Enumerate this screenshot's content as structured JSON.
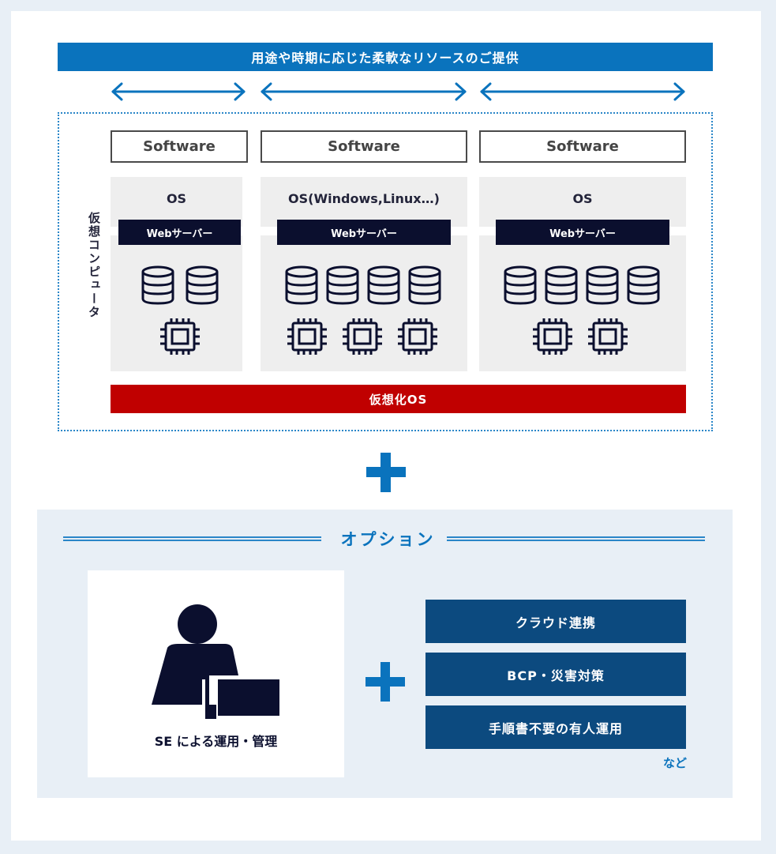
{
  "banner": {
    "title": "用途や時期に応じた柔軟なリソースのご提供"
  },
  "virtual_computer_label": "仮想コンピュータ",
  "columns": [
    {
      "software": "Software",
      "os": "OS",
      "web_server": "Webサーバー",
      "storage_units": 2,
      "cpu_units": 1
    },
    {
      "software": "Software",
      "os": "OS(Windows,Linux…)",
      "web_server": "Webサーバー",
      "storage_units": 4,
      "cpu_units": 3
    },
    {
      "software": "Software",
      "os": "OS",
      "web_server": "Webサーバー",
      "storage_units": 4,
      "cpu_units": 2
    }
  ],
  "virtualization_os": "仮想化OS",
  "options": {
    "title": "オプション",
    "se_label": "SE による運用・管理",
    "items": [
      "クラウド連携",
      "BCP・災害対策",
      "手順書不要の有人運用"
    ],
    "etc": "など"
  },
  "colors": {
    "accent_blue": "#0a73bd",
    "dark_navy": "#0b0f2e",
    "red": "#c00000",
    "option_blue": "#0c4a7f"
  }
}
